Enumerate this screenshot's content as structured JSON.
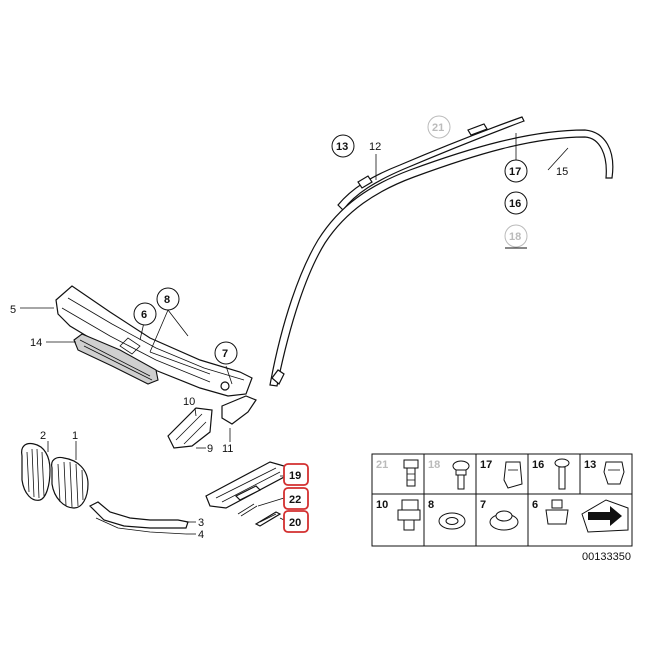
{
  "diagram": {
    "callouts": {
      "p1": "1",
      "p2": "2",
      "p3": "3",
      "p4": "4",
      "p5": "5",
      "p6": "6",
      "p7": "7",
      "p8": "8",
      "p9": "9",
      "p10": "10",
      "p11": "11",
      "p12": "12",
      "p13": "13",
      "p14": "14",
      "p15": "15",
      "p16": "16",
      "p17": "17",
      "p18": "18",
      "p19": "19",
      "p20": "20",
      "p21": "21",
      "p22": "22"
    },
    "highlighted_parts": [
      "19",
      "22",
      "20"
    ],
    "highlight_color": "#d32f2f",
    "legend": {
      "row1": [
        "21",
        "18",
        "17",
        "16",
        "13"
      ],
      "row2": [
        "10",
        "8",
        "7",
        "6"
      ],
      "faded": [
        "21",
        "18"
      ]
    },
    "drawing_number": "00133350"
  }
}
